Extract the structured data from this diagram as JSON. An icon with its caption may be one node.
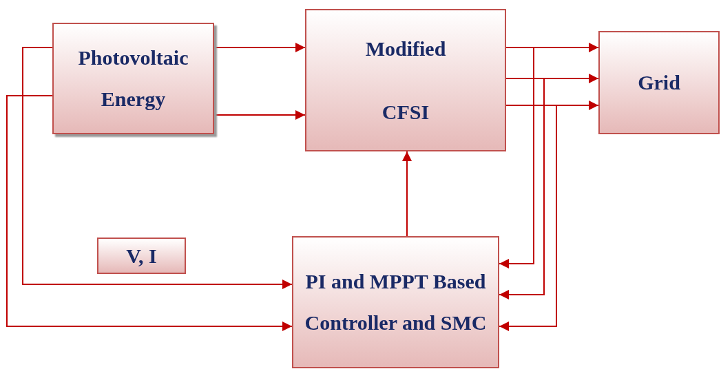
{
  "diagram": {
    "nodes": [
      {
        "text": [
          "Photovoltaic Energy"
        ]
      },
      {
        "text": [
          "Modified CFSI"
        ]
      },
      {
        "text": [
          "Grid"
        ]
      },
      {
        "text": [
          "V, I"
        ]
      },
      {
        "text": [
          "PI and MPPT Based Controller and SMC"
        ]
      }
    ],
    "edges": [
      {
        "from": 0,
        "to": 1,
        "arrow": "to"
      },
      {
        "from": 0,
        "to": 1,
        "arrow": "to"
      },
      {
        "from": 1,
        "to": 2,
        "arrow": "to"
      },
      {
        "from": 1,
        "to": 2,
        "arrow": "to"
      },
      {
        "from": 1,
        "to": 2,
        "arrow": "to"
      },
      {
        "from": 4,
        "to": 1,
        "arrow": "to"
      },
      {
        "from": 0,
        "to": 4,
        "arrow": "to"
      },
      {
        "from": 0,
        "to": 4,
        "arrow": "to"
      },
      {
        "from": 1,
        "to": 4,
        "arrow": "to"
      },
      {
        "from": 1,
        "to": 4,
        "arrow": "to"
      },
      {
        "from": 1,
        "to": 4,
        "arrow": "to"
      }
    ]
  }
}
